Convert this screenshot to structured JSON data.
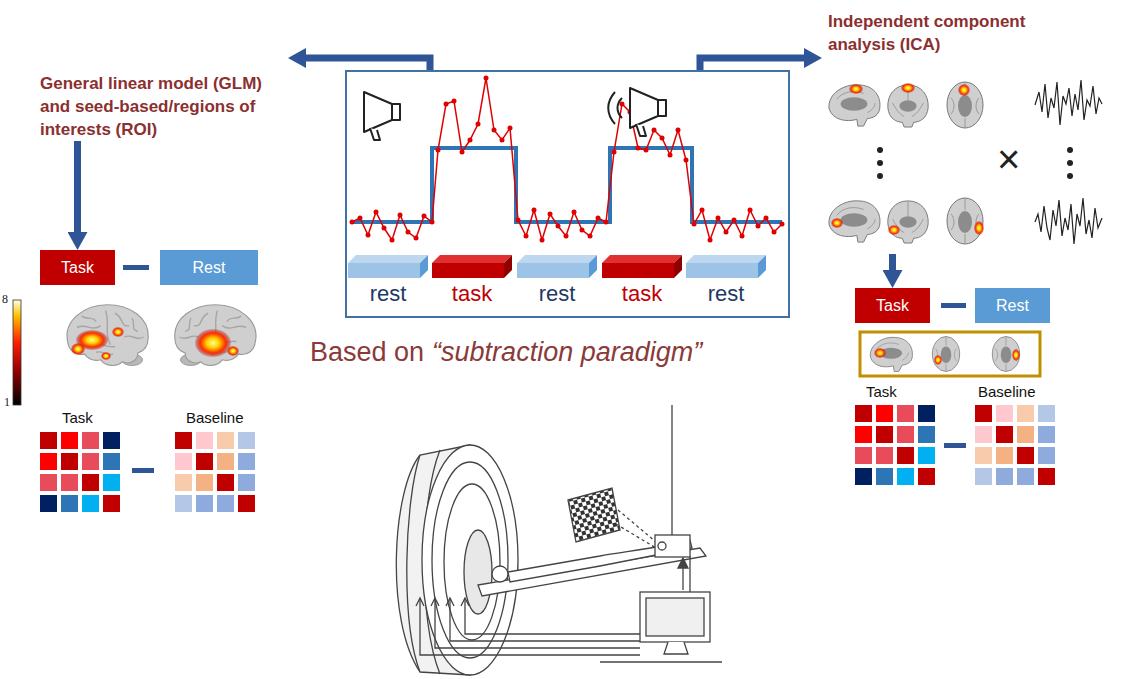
{
  "diagram": {
    "nodes": [
      {
        "text": [
          "General linear model (GLM) and seed-based/regions of interests (ROI)"
        ]
      },
      {
        "text": [
          "rest",
          "task",
          "rest",
          "task",
          "rest"
        ]
      },
      {
        "text": [
          "Independent component analysis (ICA)"
        ]
      },
      {
        "text": [
          "Task"
        ]
      },
      {
        "text": [
          "Rest"
        ]
      },
      {
        "text": [
          "Task"
        ]
      },
      {
        "text": [
          "Rest"
        ]
      }
    ],
    "edges": [
      {
        "from": 1,
        "to": 0,
        "arrow": "to"
      },
      {
        "from": 1,
        "to": 2,
        "arrow": "to"
      },
      {
        "from": 0,
        "to": 3,
        "arrow": "to"
      },
      {
        "from": 2,
        "to": 5,
        "arrow": "to"
      }
    ],
    "labels": [
      "×",
      "8",
      "1",
      "Task",
      "Baseline",
      "Based on",
      "“subtraction paradigm”",
      "Task",
      "Baseline"
    ]
  }
}
